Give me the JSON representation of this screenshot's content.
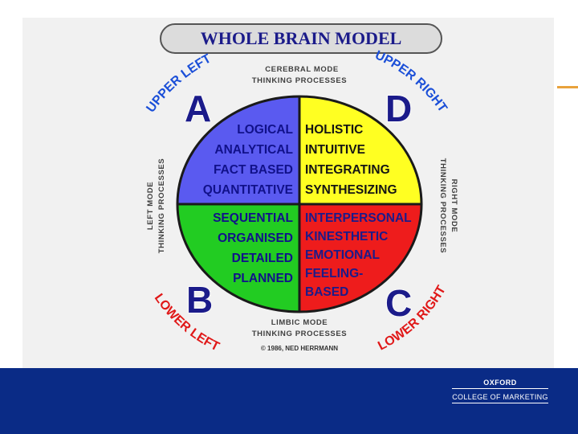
{
  "title": "WHOLE BRAIN MODEL",
  "modes": {
    "top": [
      "CEREBRAL MODE",
      "THINKING PROCESSES"
    ],
    "bottom": [
      "LIMBIC MODE",
      "THINKING PROCESSES"
    ],
    "left": [
      "LEFT MODE",
      "THINKING PROCESSES"
    ],
    "right": [
      "RIGHT MODE",
      "THINKING PROCESSES"
    ]
  },
  "corners": {
    "upper_left": "UPPER LEFT",
    "upper_right": "UPPER RIGHT",
    "lower_left": "LOWER LEFT",
    "lower_right": "LOWER RIGHT"
  },
  "quadrants": {
    "A": {
      "letter": "A",
      "color": "#5a5af0",
      "text_color": "#11118a",
      "items": [
        "LOGICAL",
        "ANALYTICAL",
        "FACT BASED",
        "QUANTITATIVE"
      ]
    },
    "D": {
      "letter": "D",
      "color": "#ffff22",
      "text_color": "#141414",
      "items": [
        "HOLISTIC",
        "INTUITIVE",
        "INTEGRATING",
        "SYNTHESIZING"
      ]
    },
    "B": {
      "letter": "B",
      "color": "#22cc22",
      "text_color": "#11118a",
      "items": [
        "SEQUENTIAL",
        "ORGANISED",
        "DETAILED",
        "PLANNED"
      ]
    },
    "C": {
      "letter": "C",
      "color": "#ee1c1c",
      "text_color": "#1b1b8a",
      "items": [
        "INTERPERSONAL",
        "KINESTHETIC",
        "EMOTIONAL",
        "FEELING-",
        "BASED"
      ]
    }
  },
  "corner_colors": {
    "upper": "#1b4fd8",
    "lower": "#e01818"
  },
  "copyright": "© 1986, NED HERRMANN",
  "footer": {
    "line1": "OXFORD",
    "line2": "COLLEGE OF MARKETING"
  }
}
